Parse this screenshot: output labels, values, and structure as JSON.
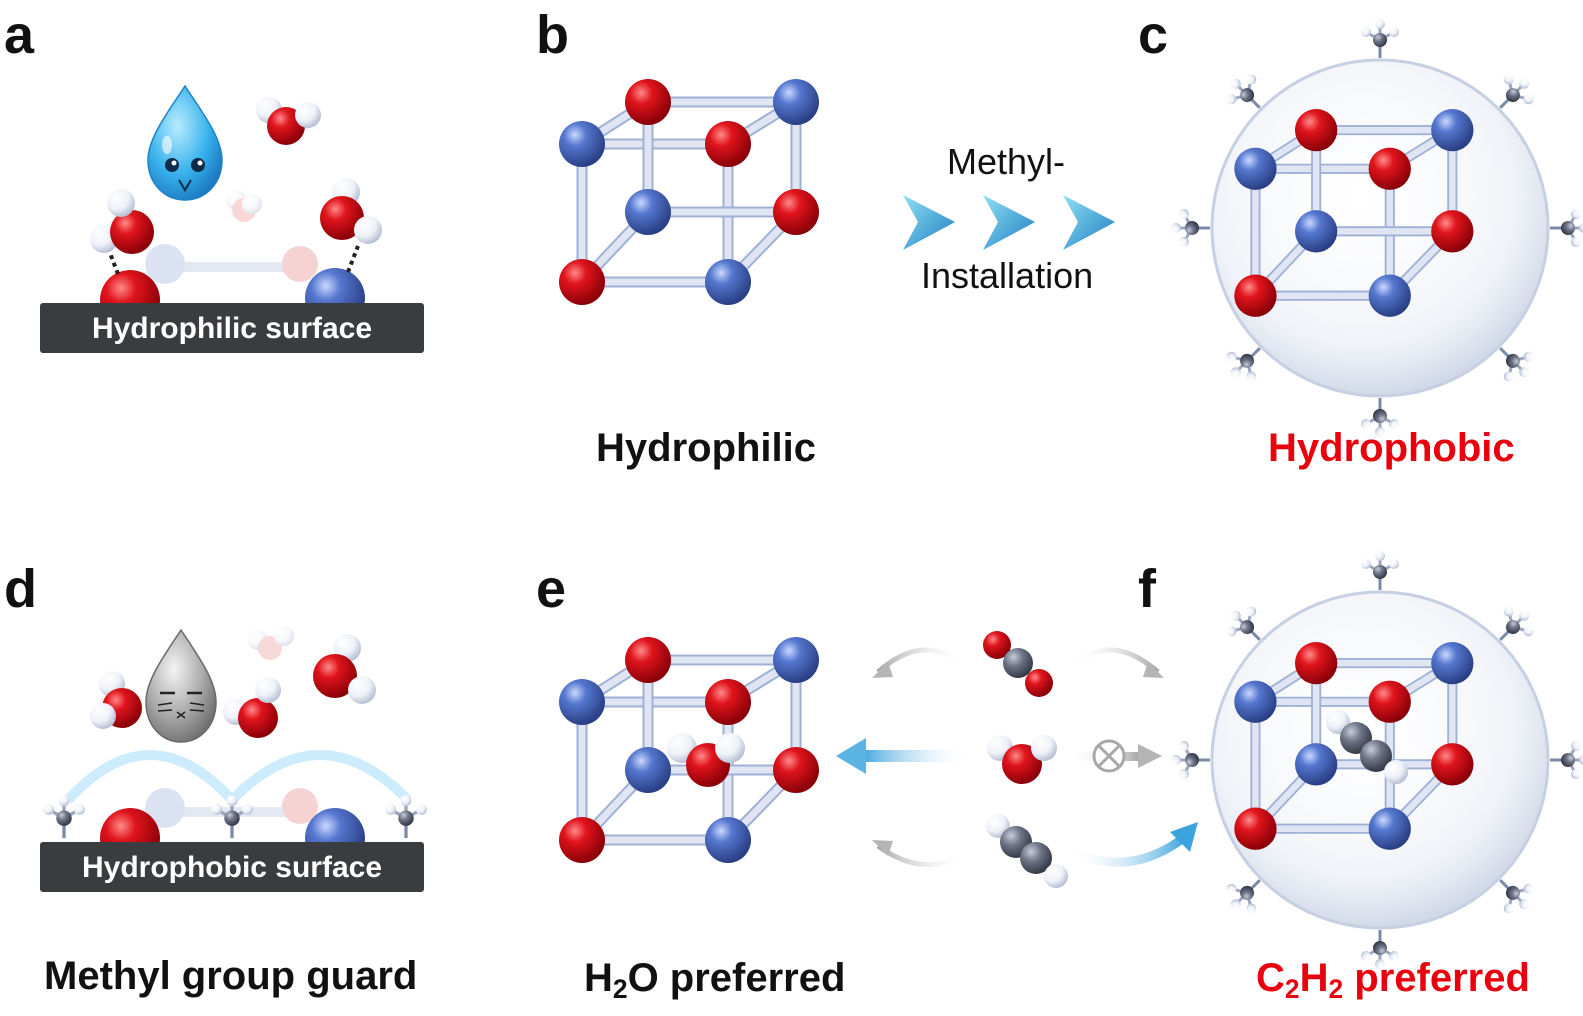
{
  "panels": {
    "a": {
      "letter": "a",
      "surface_label": "Hydrophilic surface"
    },
    "b": {
      "letter": "b",
      "caption": "Hydrophilic",
      "arrow_top": "Methyl-",
      "arrow_bottom": "Installation"
    },
    "c": {
      "letter": "c",
      "caption": "Hydrophobic"
    },
    "d": {
      "letter": "d",
      "surface_label": "Hydrophobic surface",
      "caption": "Methyl group guard"
    },
    "e": {
      "letter": "e",
      "caption_pre": "H",
      "caption_sub": "2",
      "caption_post": "O preferred"
    },
    "f": {
      "letter": "f",
      "caption_pre": "C",
      "caption_sub1": "2",
      "caption_mid": "H",
      "caption_sub2": "2",
      "caption_post": " preferred"
    }
  },
  "colors": {
    "oxygen": "#d8101a",
    "metal": "#4a6cc4",
    "hydrogen": "#f2f4fa",
    "carbon": "#6a7080",
    "rod": "#c8d2ea",
    "surface": "#3a3d40",
    "highlight_red": "#e8000e",
    "arrow_blue": "#2e9ad8",
    "arrow_gray": "#b0b0b0",
    "shell": "#e6ecf5"
  },
  "icons": [
    "water-drop-face-icon",
    "gray-drop-face-icon",
    "blocked-circle-icon",
    "chevron-arrow-icon"
  ]
}
